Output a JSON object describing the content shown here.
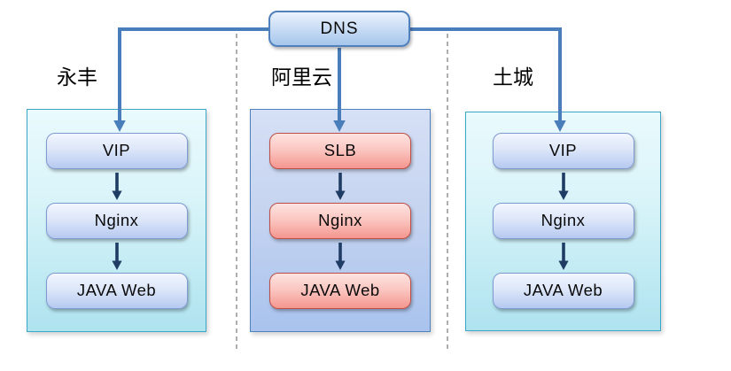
{
  "dns": {
    "label": "DNS"
  },
  "sections": [
    {
      "id": "yongfeng",
      "label": "永丰",
      "container_theme": "cyan",
      "nodes": [
        {
          "label": "VIP",
          "theme": "blue"
        },
        {
          "label": "Nginx",
          "theme": "blue"
        },
        {
          "label": "JAVA Web",
          "theme": "blue"
        }
      ]
    },
    {
      "id": "aliyun",
      "label": "阿里云",
      "container_theme": "periwinkle",
      "nodes": [
        {
          "label": "SLB",
          "theme": "red"
        },
        {
          "label": "Nginx",
          "theme": "red"
        },
        {
          "label": "JAVA Web",
          "theme": "red"
        }
      ]
    },
    {
      "id": "tucheng",
      "label": "土城",
      "container_theme": "cyan",
      "nodes": [
        {
          "label": "VIP",
          "theme": "blue"
        },
        {
          "label": "Nginx",
          "theme": "blue"
        },
        {
          "label": "JAVA Web",
          "theme": "blue"
        }
      ]
    }
  ],
  "colors": {
    "connector_blue": "#4a7ebb",
    "internal_arrow_navy": "#1e3c64",
    "dns_border": "#4f81bd",
    "blue_node_border": "#7d9ad2",
    "red_node_border": "#bb4f46",
    "cyan_container_border": "#3aa7c6",
    "periwinkle_container_border": "#4f81bd",
    "divider_gray": "#8c8c8c"
  }
}
